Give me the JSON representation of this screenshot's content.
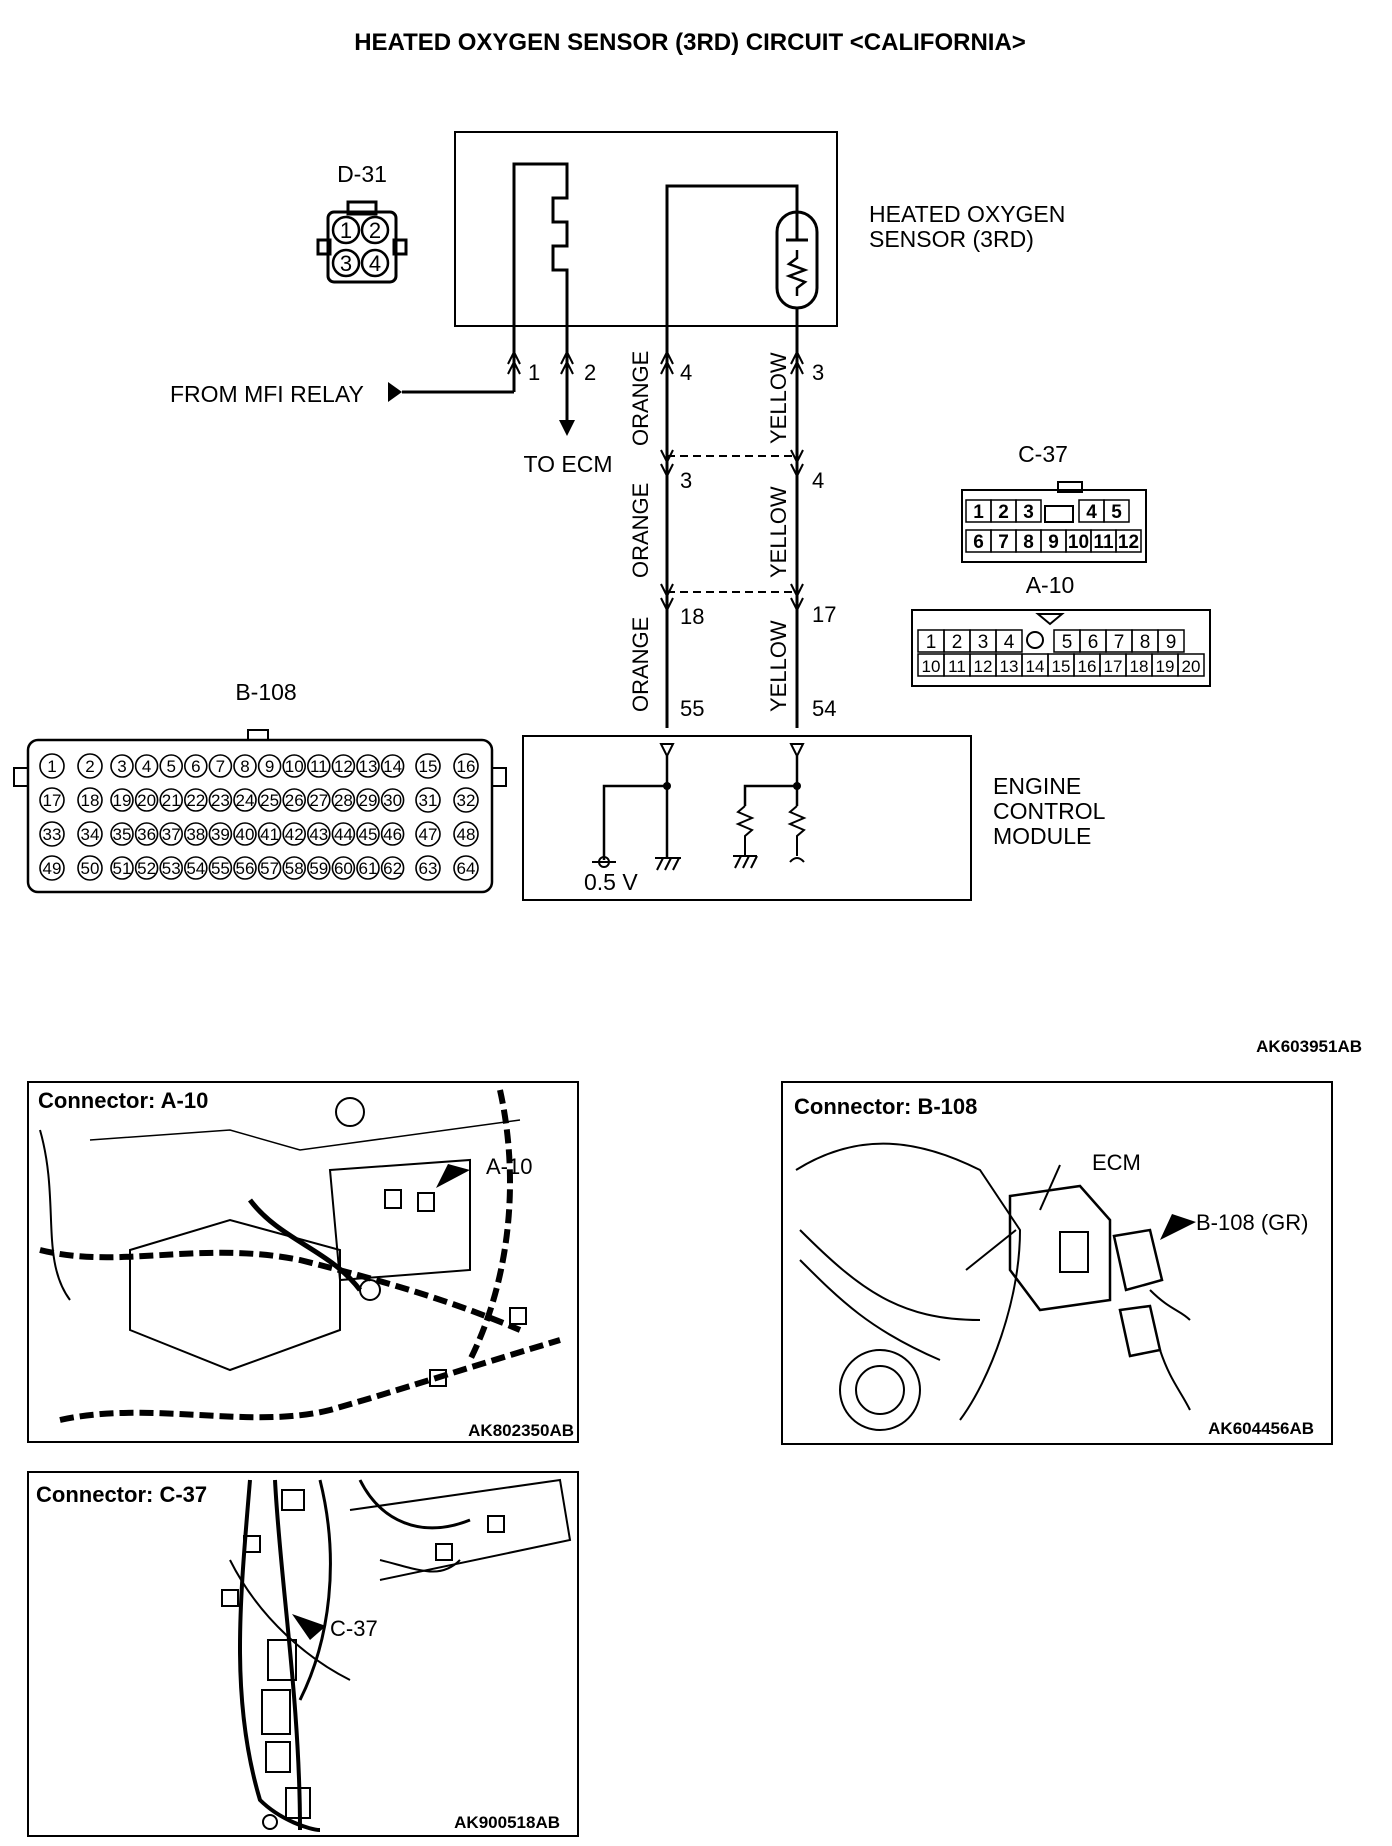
{
  "title": "HEATED OXYGEN SENSOR (3RD) CIRCUIT <CALIFORNIA>",
  "diagram_ref": "AK603951AB",
  "components": {
    "sensor": {
      "label_line1": "HEATED OXYGEN",
      "label_line2": "SENSOR (3RD)"
    },
    "ecm": {
      "label_line1": "ENGINE",
      "label_line2": "CONTROL",
      "label_line3": "MODULE",
      "voltage": "0.5 V"
    },
    "from_mfi": "FROM MFI RELAY",
    "to_ecm": "TO ECM"
  },
  "connectors": {
    "d31": {
      "name": "D-31",
      "pins": [
        "1",
        "2",
        "3",
        "4"
      ]
    },
    "c37": {
      "name": "C-37",
      "row1": [
        "1",
        "2",
        "3",
        "",
        "4",
        "5"
      ],
      "row2": [
        "6",
        "7",
        "8",
        "9",
        "10",
        "11",
        "12"
      ]
    },
    "a10": {
      "name": "A-10",
      "row1": [
        "1",
        "2",
        "3",
        "4",
        "",
        "5",
        "6",
        "7",
        "8",
        "9"
      ],
      "row2": [
        "10",
        "11",
        "12",
        "13",
        "14",
        "15",
        "16",
        "17",
        "18",
        "19",
        "20"
      ]
    },
    "b108": {
      "name": "B-108"
    }
  },
  "wires": {
    "pin_mfi": "1",
    "pin_toecm": "2",
    "orange_color": "ORANGE",
    "yellow_color": "YELLOW",
    "orange_pins": [
      "4",
      "3",
      "18",
      "55"
    ],
    "yellow_pins": [
      "3",
      "4",
      "17",
      "54"
    ]
  },
  "panels": {
    "a10": {
      "title": "Connector: A-10",
      "callout": "A-10",
      "ref": "AK802350AB"
    },
    "b108": {
      "title": "Connector: B-108",
      "ecm_label": "ECM",
      "callout": "B-108 (GR)",
      "ref": "AK604456AB"
    },
    "c37": {
      "title": "Connector: C-37",
      "callout": "C-37",
      "ref": "AK900518AB"
    }
  },
  "colors": {
    "ink": "#000000",
    "background": "#ffffff"
  }
}
